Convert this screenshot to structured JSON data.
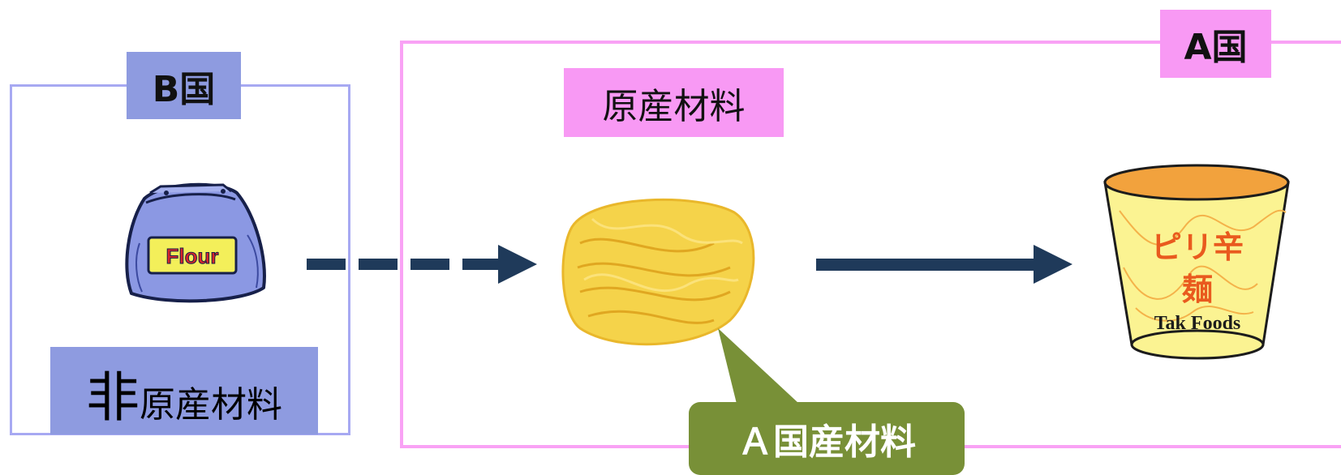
{
  "country_b": {
    "label": "B国"
  },
  "country_a": {
    "label": "A国"
  },
  "non_origin_material": {
    "prefix": "非",
    "text": "原産材料"
  },
  "origin_material": {
    "label": "原産材料"
  },
  "a_origin_callout": {
    "label": "Ａ国産材料"
  },
  "flour_bag": {
    "label": "Flour",
    "icon": "flour-bag-icon"
  },
  "noodles": {
    "icon": "noodles-icon"
  },
  "cup": {
    "line1": "ピリ辛",
    "line2": "麺",
    "brand": "Tak Foods",
    "icon": "cup-noodle-icon"
  },
  "colors": {
    "country_b": "#8e9be0",
    "country_b_border": "#a7a9f2",
    "country_a": "#f899f4",
    "callout": "#789037",
    "arrow": "#1f3a5a"
  }
}
